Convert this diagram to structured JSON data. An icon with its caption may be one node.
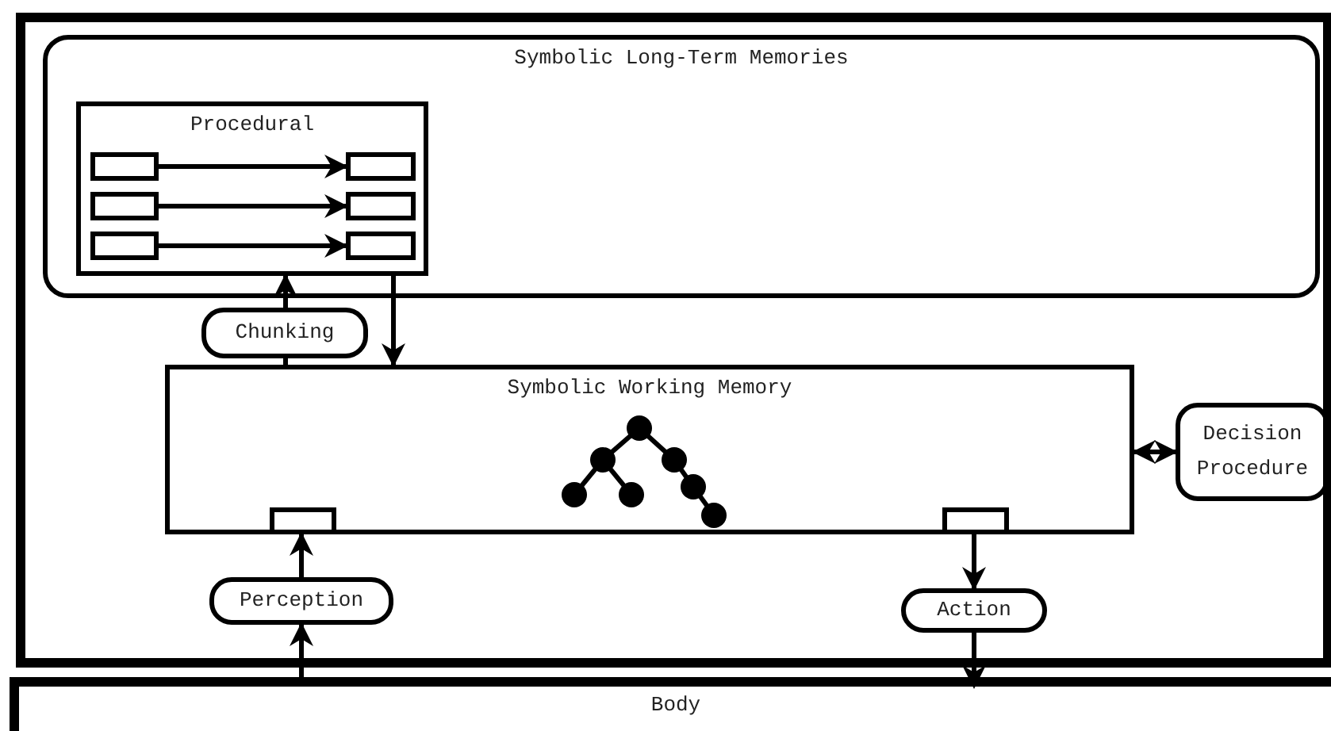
{
  "diagram": {
    "nodes": [
      {
        "text": [],
        "shape": "box"
      },
      {
        "text": [
          "Symbolic Long-Term Memories"
        ],
        "in": 0
      },
      {
        "text": [
          "Procedural"
        ],
        "in": 1
      },
      {
        "text": [],
        "shape": "box",
        "in": 2
      },
      {
        "text": [],
        "shape": "box",
        "in": 2
      },
      {
        "text": [],
        "shape": "box",
        "in": 2
      },
      {
        "text": [],
        "shape": "box",
        "in": 2
      },
      {
        "text": [],
        "shape": "box",
        "in": 2
      },
      {
        "text": [],
        "shape": "box",
        "in": 2
      },
      {
        "text": [
          "Chunking"
        ],
        "in": 0
      },
      {
        "text": [
          "Symbolic Working Memory"
        ],
        "in": 0
      },
      {
        "text": [],
        "shape": "box",
        "in": 10
      },
      {
        "text": [],
        "shape": "box",
        "in": 10
      },
      {
        "text": [
          "Decision Procedure"
        ],
        "in": 0
      },
      {
        "text": [
          "Perception"
        ],
        "in": 0
      },
      {
        "text": [
          "Action"
        ],
        "in": 0
      },
      {
        "text": [
          "Body"
        ]
      }
    ],
    "edges": [
      {
        "from": 3,
        "to": 4,
        "arrow": "to"
      },
      {
        "from": 5,
        "to": 6,
        "arrow": "to"
      },
      {
        "from": 7,
        "to": 8,
        "arrow": "to"
      },
      {
        "from": 10,
        "to": 9,
        "arrow": "none"
      },
      {
        "from": 9,
        "to": 2,
        "arrow": "to"
      },
      {
        "from": 2,
        "to": 10,
        "arrow": "to"
      },
      {
        "from": 10,
        "to": 13,
        "arrow": "both"
      },
      {
        "from": 16,
        "to": 14,
        "arrow": "to"
      },
      {
        "from": 14,
        "to": 11,
        "arrow": "to"
      },
      {
        "from": 12,
        "to": 15,
        "arrow": "to"
      },
      {
        "from": 15,
        "to": 16,
        "arrow": "to"
      }
    ]
  }
}
